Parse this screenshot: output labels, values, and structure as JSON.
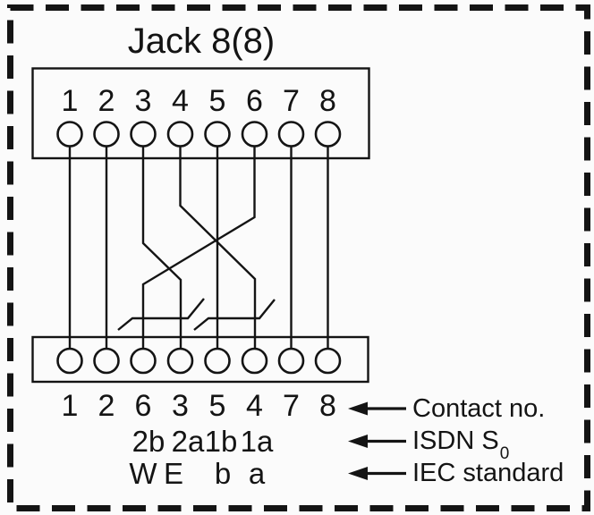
{
  "colors": {
    "ink": "#141414",
    "background": "#fbfbfb"
  },
  "title": "Jack 8(8)",
  "top_connector": {
    "contacts": [
      "1",
      "2",
      "3",
      "4",
      "5",
      "6",
      "7",
      "8"
    ]
  },
  "bottom_connector": {
    "contacts": [
      "1",
      "2",
      "6",
      "3",
      "5",
      "4",
      "7",
      "8"
    ]
  },
  "isdn_labels": [
    "2b",
    "2a",
    "1b",
    "1a"
  ],
  "iec_labels": [
    "W",
    "E",
    "b",
    "a"
  ],
  "legend": {
    "arrow_icon": "arrow-left",
    "rows": [
      {
        "label": "Contact no."
      },
      {
        "label": "ISDN S",
        "subscript": "0"
      },
      {
        "label": "IEC standard"
      }
    ]
  }
}
